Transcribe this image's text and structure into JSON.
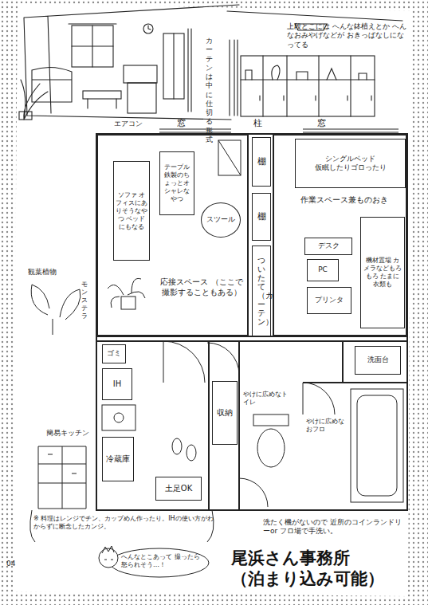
{
  "diagram": {
    "title": "尾浜さん事務所 （泊まり込み可能）",
    "nodes": [
      {
        "text": [
          "応接スペース （ここで撮影することもある）"
        ]
      },
      {
        "text": [
          "ソファ オフィスにありそうなやつ ベッドにもなる"
        ],
        "in": 0
      },
      {
        "text": [
          "テーブル 鉄製のちょっとオシャレなやつ"
        ],
        "in": 0
      },
      {
        "text": [
          "スツール"
        ],
        "in": 0
      },
      {
        "text": [
          "棚"
        ]
      },
      {
        "text": [
          "棚"
        ]
      },
      {
        "text": [
          "ついたて（カーテン）"
        ]
      },
      {
        "text": [
          "作業スペース兼ものおき"
        ]
      },
      {
        "text": [
          "シングルベッド",
          "仮眠したりゴロったり"
        ],
        "in": 7
      },
      {
        "text": [
          "デスク"
        ],
        "in": 7
      },
      {
        "text": [
          "PC"
        ],
        "in": 7
      },
      {
        "text": [
          "プリンタ"
        ],
        "in": 7
      },
      {
        "text": [
          "機材置場 カメラなどもろもろ たまに衣類も"
        ],
        "in": 7
      },
      {
        "text": [
          "ゴミ"
        ]
      },
      {
        "text": [
          "IH"
        ]
      },
      {
        "text": [
          "冷蔵庫"
        ]
      },
      {
        "text": [
          "土足OK"
        ]
      },
      {
        "text": [
          "収納"
        ]
      },
      {
        "text": [
          "洗面台"
        ]
      }
    ],
    "labels": [
      "エアコン",
      "窓",
      "柱",
      "窓",
      "カーテンは中に仕切る形式",
      "上段とこには へんな鉢植えとか へんなおみやげなどが おきっぱなしになってる",
      "観葉植物",
      "モンステラ",
      "簡易キッチン",
      "やけに広めなトイレ",
      "やけに広めなおフロ",
      "洗たく機がないので 近所のコインランドリーor フロ場で手洗い。",
      "※ 料理はレンジでチン、カップめん作ったり。IHの使い方がわからずに断念したカンジ。",
      "へんなとこあって 撮ったら怒られそう…！",
      "04"
    ]
  }
}
